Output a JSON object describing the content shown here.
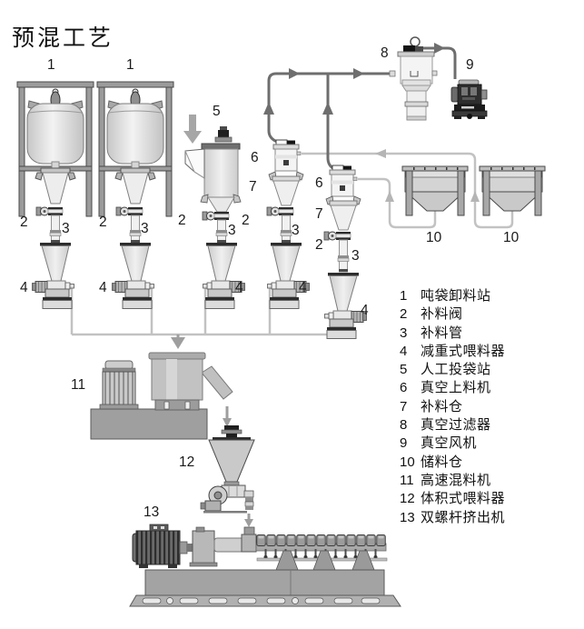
{
  "title": "预混工艺",
  "legend": [
    {
      "num": "1",
      "label": "吨袋卸料站"
    },
    {
      "num": "2",
      "label": "补料阀"
    },
    {
      "num": "3",
      "label": "补料管"
    },
    {
      "num": "4",
      "label": "减重式喂料器"
    },
    {
      "num": "5",
      "label": "人工投袋站"
    },
    {
      "num": "6",
      "label": "真空上料机"
    },
    {
      "num": "7",
      "label": "补料仓"
    },
    {
      "num": "8",
      "label": "真空过滤器"
    },
    {
      "num": "9",
      "label": "真空风机"
    },
    {
      "num": "10",
      "label": "储料仓"
    },
    {
      "num": "11",
      "label": "高速混料机"
    },
    {
      "num": "12",
      "label": "体积式喂料器"
    },
    {
      "num": "13",
      "label": "双螺杆挤出机"
    }
  ],
  "callouts": [
    {
      "text": "1"
    },
    {
      "text": "1"
    },
    {
      "text": "5"
    },
    {
      "text": "8"
    },
    {
      "text": "9"
    },
    {
      "text": "6"
    },
    {
      "text": "7"
    },
    {
      "text": "6"
    },
    {
      "text": "7"
    },
    {
      "text": "2"
    },
    {
      "text": "3"
    },
    {
      "text": "2"
    },
    {
      "text": "3"
    },
    {
      "text": "2"
    },
    {
      "text": "3"
    },
    {
      "text": "2"
    },
    {
      "text": "3"
    },
    {
      "text": "2"
    },
    {
      "text": "3"
    },
    {
      "text": "4"
    },
    {
      "text": "4"
    },
    {
      "text": "4"
    },
    {
      "text": "4"
    },
    {
      "text": "4"
    },
    {
      "text": "10"
    },
    {
      "text": "10"
    },
    {
      "text": "11"
    },
    {
      "text": "12"
    },
    {
      "text": "13"
    }
  ],
  "colors": {
    "vacuum_line": "#6e6e6e",
    "material_line": "#c2c2c2",
    "arrow_light": "#b0b0b0",
    "equipment_gray": "#d9d9d9",
    "ink": "#1a1a1a"
  }
}
